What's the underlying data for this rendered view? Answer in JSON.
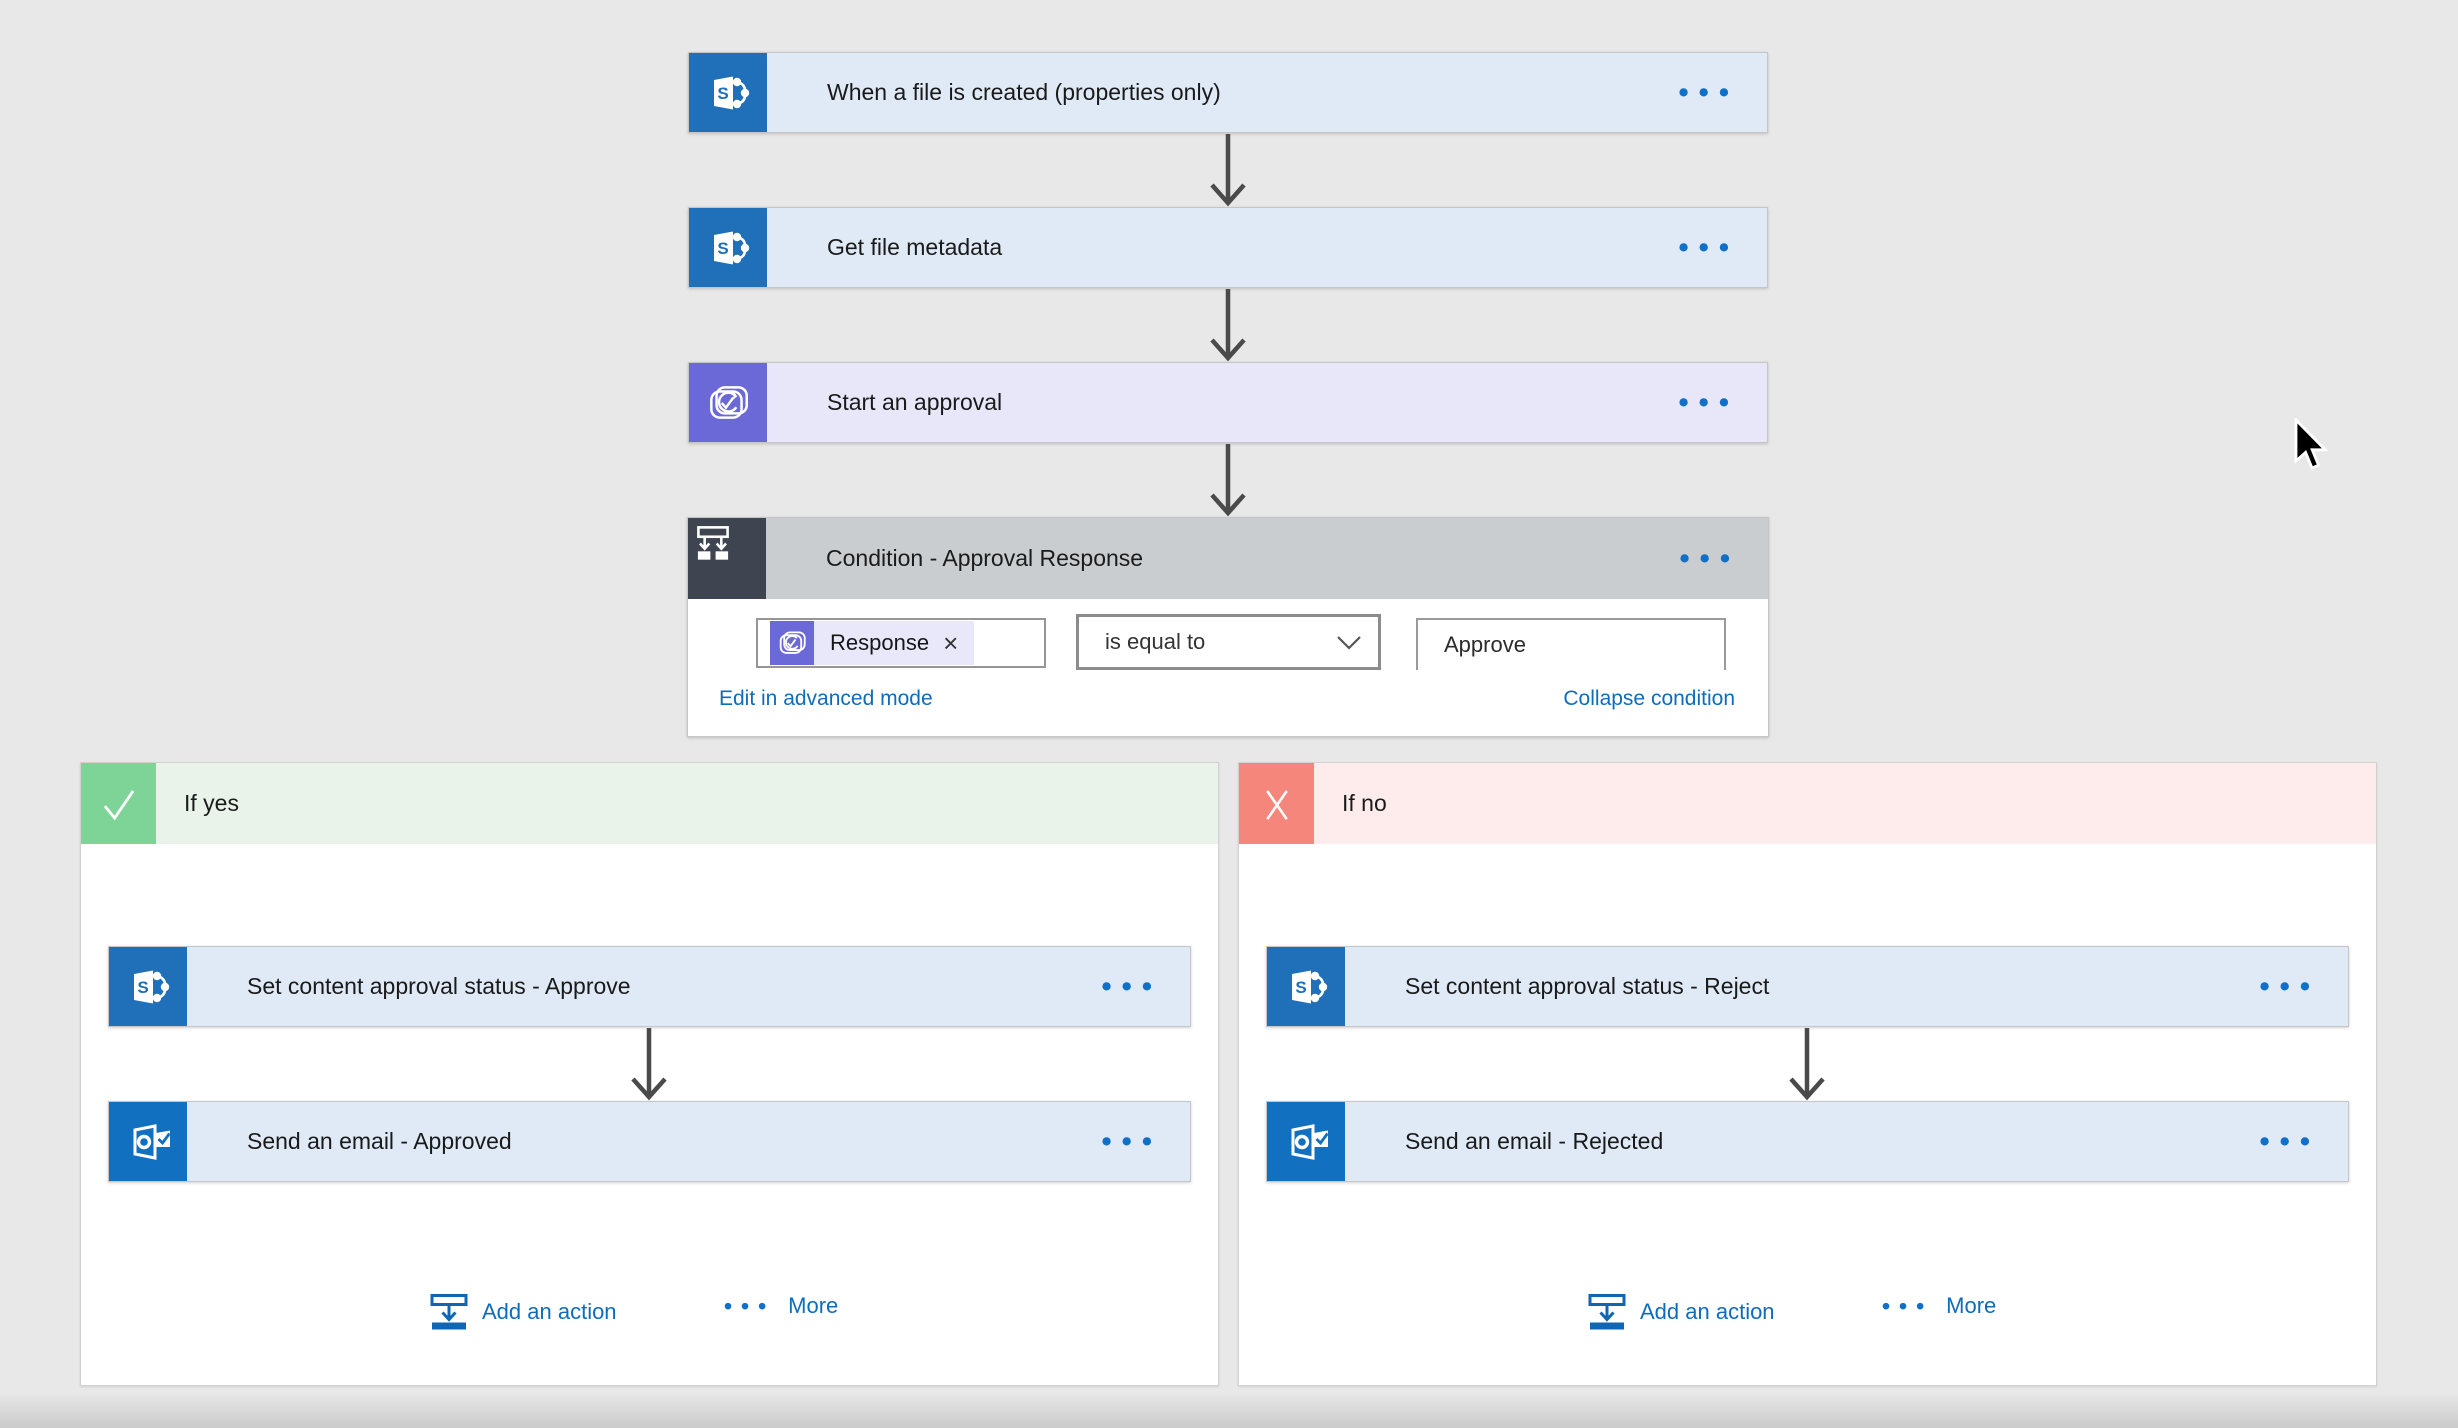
{
  "flow": {
    "steps": [
      {
        "title": "When a file is created (properties only)",
        "menu": "•••"
      },
      {
        "title": "Get file metadata",
        "menu": "•••"
      },
      {
        "title": "Start an approval",
        "menu": "•••"
      }
    ],
    "condition": {
      "title": "Condition - Approval Response",
      "menu": "•••",
      "token_label": "Response",
      "token_remove": "×",
      "operator": "is equal to",
      "value": "Approve",
      "advanced_link": "Edit in advanced mode",
      "collapse_link": "Collapse condition"
    },
    "branches": {
      "yes": {
        "label": "If yes",
        "steps": [
          {
            "title": "Set content approval status - Approve",
            "menu": "•••"
          },
          {
            "title": "Send an email - Approved",
            "menu": "•••"
          }
        ],
        "add_action": "Add an action",
        "more_dots": "•••",
        "more": "More"
      },
      "no": {
        "label": "If no",
        "steps": [
          {
            "title": "Set content approval status - Reject",
            "menu": "•••"
          },
          {
            "title": "Send an email - Rejected",
            "menu": "•••"
          }
        ],
        "add_action": "Add an action",
        "more_dots": "•••",
        "more": "More"
      }
    }
  },
  "icons": {
    "trigger": "sharepoint-icon",
    "email": "outlook-email-icon",
    "approval": "approval-icon",
    "condition": "condition-branch-icon",
    "yes": "check-icon",
    "no": "x-icon",
    "add_action": "add-action-icon",
    "operator_dropdown": "chevron-down-icon",
    "card_menu": "ellipsis-icon",
    "pointer": "mouse-cursor"
  },
  "colors": {
    "canvas_bg": "#e8e8e8",
    "action_card_bg": "#dfeaf6",
    "sharepoint_blue": "#1f70b8",
    "outlook_blue": "#1170c0",
    "approval_purple": "#6b68d8",
    "approval_card_bg": "#e7e7f9",
    "condition_header_bg": "#c9cdd0",
    "condition_icon_bg": "#3e4551",
    "yes_icon_green": "#7ed497",
    "yes_header_bg": "#e9f3ea",
    "no_icon_red": "#f4867b",
    "no_header_bg": "#fdeceb",
    "link_blue": "#0f6cbd",
    "arrow_gray": "#4a4a4a"
  }
}
